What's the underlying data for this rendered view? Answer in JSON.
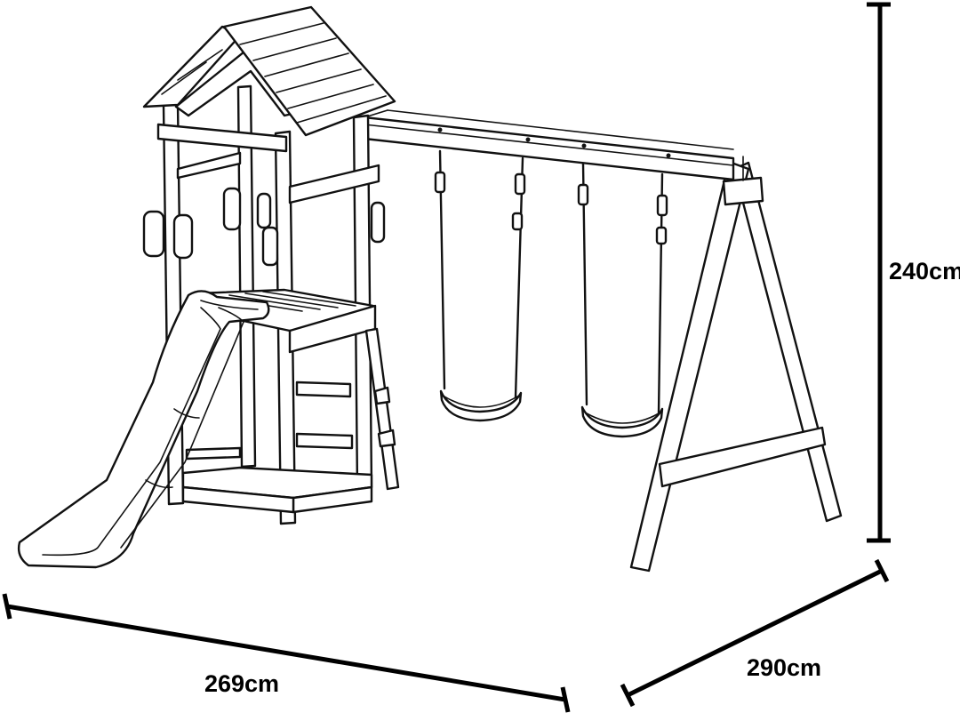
{
  "dimensions": {
    "height": "240cm",
    "width": "269cm",
    "depth": "290cm"
  }
}
